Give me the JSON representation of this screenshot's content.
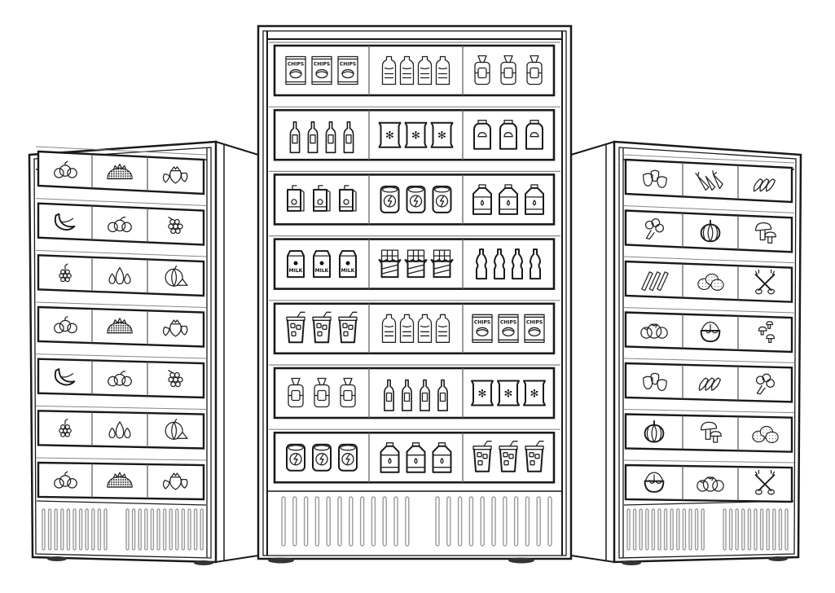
{
  "scene": {
    "description": "Line-art illustration of three refrigerated display cases",
    "background": "#ffffff",
    "line_color": "#1a1a1a"
  },
  "fridges": [
    {
      "id": "left",
      "category": "fruits",
      "shelves": [
        [
          "apples",
          "berries",
          "strawberries"
        ],
        [
          "bananas",
          "peaches",
          "grapes"
        ],
        [
          "grapes-small",
          "pears",
          "watermelon"
        ],
        [
          "apples",
          "berries",
          "strawberries"
        ],
        [
          "bananas",
          "peaches",
          "grapes"
        ],
        [
          "grapes-small",
          "pears",
          "watermelon"
        ],
        [
          "apples",
          "berries",
          "strawberries"
        ]
      ]
    },
    {
      "id": "center",
      "category": "drinks-and-snacks",
      "shelves": [
        [
          "chips",
          "water-bottles",
          "bread"
        ],
        [
          "wine-bottles",
          "frozen-bags",
          "juice-bottles"
        ],
        [
          "juice-boxes",
          "energy-cans",
          "water-jugs"
        ],
        [
          "milk-cartons",
          "chocolate-bars",
          "soda-bottles"
        ],
        [
          "iced-drinks",
          "water-bottles",
          "chips"
        ],
        [
          "bread",
          "wine-bottles",
          "frozen-bags"
        ],
        [
          "energy-cans",
          "water-jugs",
          "iced-drinks"
        ]
      ],
      "labels": {
        "chips": "CHIPS",
        "milk": "MILK"
      }
    },
    {
      "id": "right",
      "category": "vegetables",
      "shelves": [
        [
          "peppers",
          "carrots",
          "eggplants"
        ],
        [
          "broccoli",
          "pumpkin",
          "mushrooms"
        ],
        [
          "peas",
          "potatoes",
          "herbs"
        ],
        [
          "tomatoes",
          "cabbage",
          "mushrooms-small"
        ],
        [
          "peppers",
          "eggplants",
          "broccoli"
        ],
        [
          "pumpkin",
          "mushrooms",
          "potatoes"
        ],
        [
          "cabbage",
          "tomatoes",
          "herbs"
        ]
      ]
    }
  ]
}
